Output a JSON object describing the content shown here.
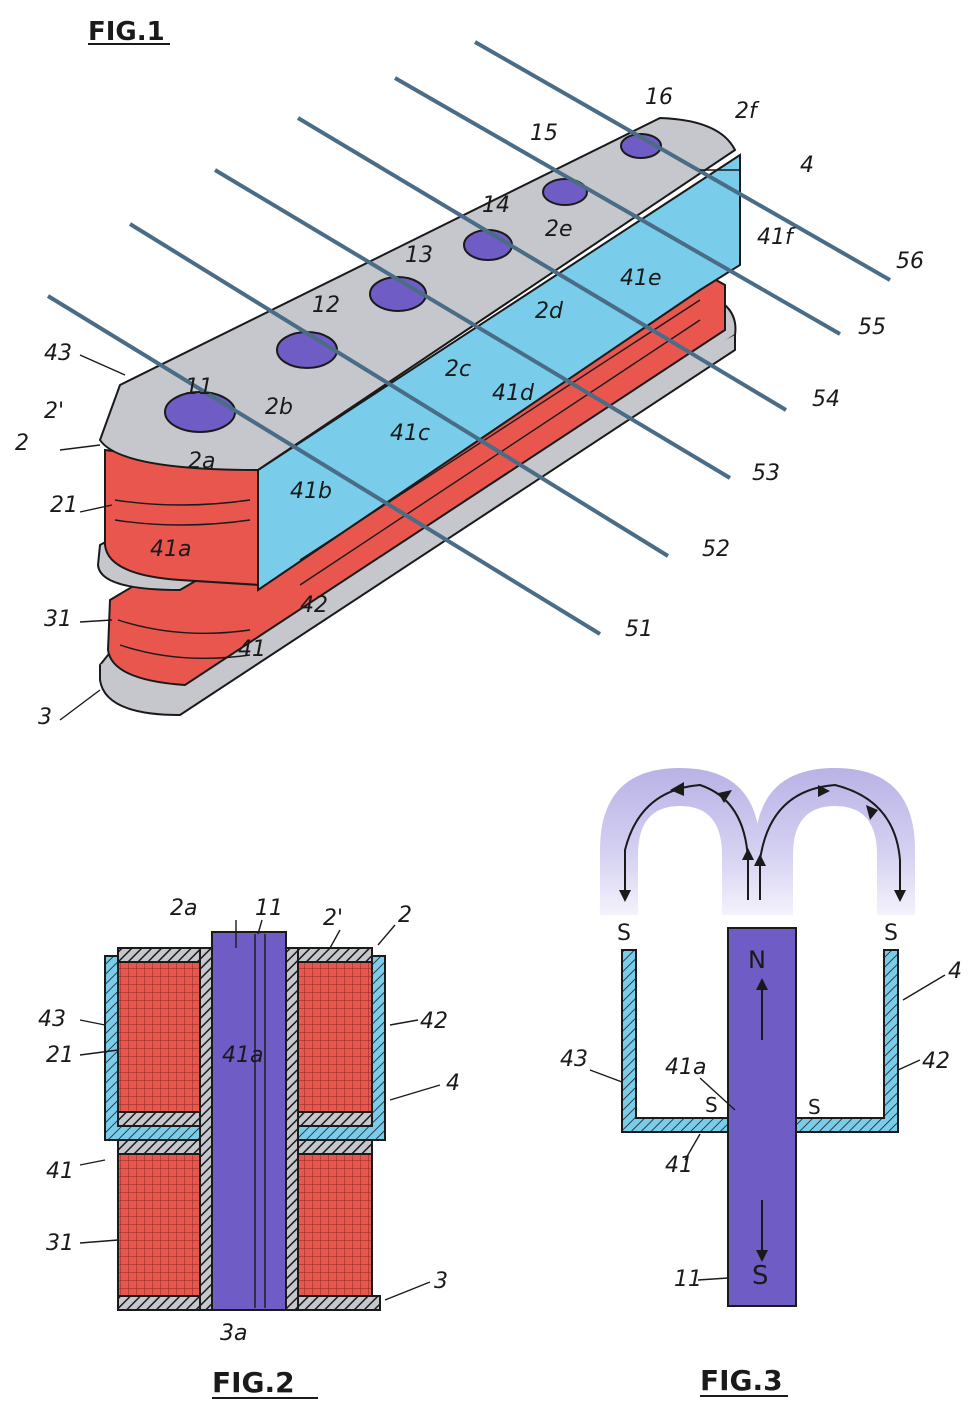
{
  "figures": {
    "fig1": {
      "title": "FIG.1",
      "labels": {
        "l16": "16",
        "l2f": "2f",
        "l4": "4",
        "l15": "15",
        "l14": "14",
        "l2e": "2e",
        "l41f": "41f",
        "l56": "56",
        "l13": "13",
        "l41e": "41e",
        "l12": "12",
        "l2d": "2d",
        "l55": "55",
        "l43": "43",
        "l2c": "2c",
        "l41d": "41d",
        "l54": "54",
        "l2p": "2'",
        "l11": "11",
        "l2b": "2b",
        "l2": "2",
        "l41c": "41c",
        "l2a": "2a",
        "l53": "53",
        "l21": "21",
        "l41b": "41b",
        "l41a": "41a",
        "l52": "52",
        "l42": "42",
        "l31": "31",
        "l41": "41",
        "l51": "51",
        "l3": "3"
      }
    },
    "fig2": {
      "title": "FIG.2",
      "labels": {
        "l2a": "2a",
        "l11": "11",
        "l2p": "2'",
        "l2": "2",
        "l43": "43",
        "l42": "42",
        "l21": "21",
        "l41a": "41a",
        "l4": "4",
        "l41": "41",
        "l31": "31",
        "l3": "3",
        "l3a": "3a"
      }
    },
    "fig3": {
      "title": "FIG.3",
      "labels": {
        "sLeft": "S",
        "sRight": "S",
        "n": "N",
        "l4": "4",
        "l43": "43",
        "l41a": "41a",
        "sInnerLeft": "S",
        "sInnerRight": "S",
        "l42": "42",
        "l41": "41",
        "l11": "11",
        "sBottom": "S"
      }
    }
  },
  "colors": {
    "bobbin_gray": "#c5c7cc",
    "coil_red": "#e8564e",
    "steel_blue": "#79cdea",
    "magnet_purple": "#6f5cc4",
    "flux_lavender": "#c9c4ec"
  }
}
